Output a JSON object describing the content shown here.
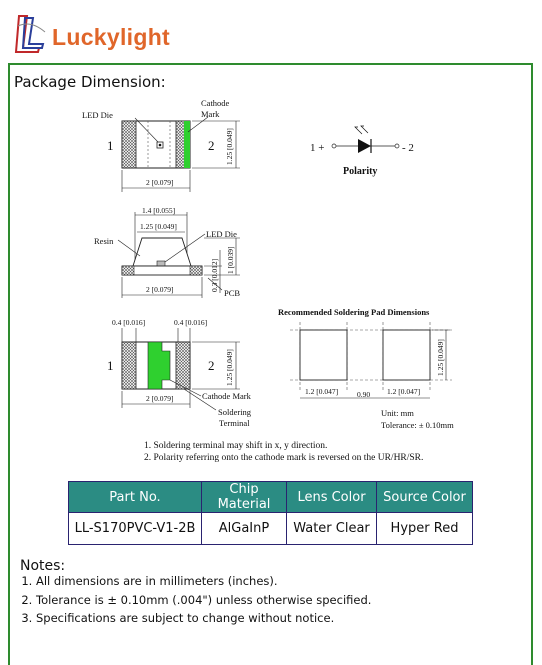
{
  "brand": {
    "name": "Luckylight"
  },
  "section": {
    "title": "Package Dimension:"
  },
  "drawing": {
    "top_view": {
      "led_die": "LED Die",
      "cathode_mark": "Cathode",
      "cathode_mark2": "Mark",
      "pin1": "1",
      "pin2": "2",
      "width": "2 [0.079]",
      "height": "1.25 [0.049]"
    },
    "polarity": {
      "plus": "1 +",
      "minus": "- 2",
      "label": "Polarity"
    },
    "side_view": {
      "dim_top": "1.4 [0.055]",
      "dim_inner": "1.25 [0.049]",
      "resin": "Resin",
      "led_die": "LED Die",
      "dim_height": "1 [0.039]",
      "dim_pcb": "0.3 [0.012]",
      "width": "2 [0.079]",
      "pcb": "PCB"
    },
    "bottom_view": {
      "pad_left": "0.4 [0.016]",
      "pad_right": "0.4 [0.016]",
      "pin1": "1",
      "pin2": "2",
      "height": "1.25 [0.049]",
      "width": "2 [0.079]",
      "cathode_mark": "Cathode Mark",
      "terminal_1": "Soldering",
      "terminal_2": "Terminal"
    },
    "pad": {
      "title": "Recommended Soldering Pad Dimensions",
      "left": "1.2 [0.047]",
      "gap": "0.90",
      "right": "1.2 [0.047]",
      "height": "1.25 [0.049]",
      "unit": "Unit: mm",
      "tolerance": "Tolerance: ± 0.10mm"
    },
    "footnotes": [
      "1. Soldering terminal may shift in x, y direction.",
      "2. Polarity referring onto the cathode mark is reversed on the UR/HR/SR."
    ]
  },
  "table": {
    "headers": [
      "Part No.",
      "Chip Material",
      "Lens Color",
      "Source Color"
    ],
    "row": [
      "LL-S170PVC-V1-2B",
      "AlGaInP",
      "Water Clear",
      "Hyper Red"
    ]
  },
  "notes": {
    "title": "Notes:",
    "items": [
      "All dimensions are in millimeters (inches).",
      "Tolerance is ± 0.10mm (.004\") unless otherwise specified.",
      "Specifications are subject to change without notice."
    ]
  },
  "colors": {
    "brand": "#e0662a",
    "frame": "#2e8b2e",
    "header_fill": "#2b8c83",
    "table_border": "#2a2370",
    "cathode_green": "#2fd02f"
  }
}
